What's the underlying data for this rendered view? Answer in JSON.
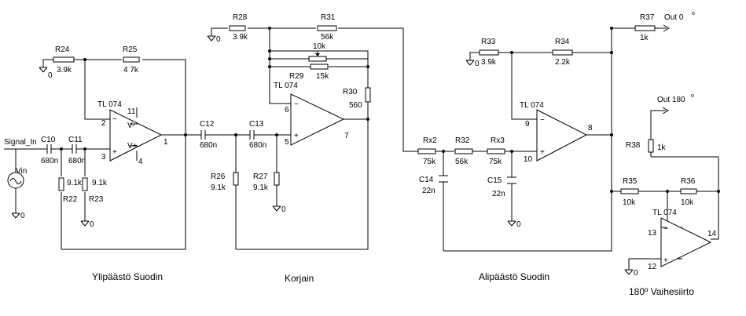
{
  "labels": {
    "signal_in": "Signal_In",
    "vin": "Vin",
    "ground": "0",
    "out0": "Out 0",
    "out180": "Out 180",
    "degree": "o",
    "opamp": "TL 074"
  },
  "sections": {
    "highpass": "Ylipäästö Suodin",
    "corrector": "Korjain",
    "lowpass": "Alipäästö Suodin",
    "phase": "180º  Vaihesiirto"
  },
  "components": {
    "R24": {
      "name": "R24",
      "value": "3.9k"
    },
    "R25": {
      "name": "R25",
      "value": "4 7k"
    },
    "C10": {
      "name": "C10",
      "value": "680n"
    },
    "C11": {
      "name": "C11",
      "value": "680n"
    },
    "R22": {
      "name": "R22",
      "value": "9.1k"
    },
    "R23": {
      "name": "R23",
      "value": "9.1k"
    },
    "C12": {
      "name": "C12",
      "value": "680n"
    },
    "C13": {
      "name": "C13",
      "value": "680n"
    },
    "R26": {
      "name": "R26",
      "value": "9.1k"
    },
    "R27": {
      "name": "R27",
      "value": "9.1k"
    },
    "R28": {
      "name": "R28",
      "value": "3.9k"
    },
    "R31": {
      "name": "R31",
      "value": "56k"
    },
    "R29": {
      "name": "R29",
      "value": "15k"
    },
    "POT": {
      "name": "",
      "value": "10k"
    },
    "R30": {
      "name": "R30",
      "value": "560"
    },
    "Rx2": {
      "name": "Rx2",
      "value": "75k"
    },
    "R32": {
      "name": "R32",
      "value": "56k"
    },
    "Rx3": {
      "name": "Rx3",
      "value": "75k"
    },
    "C14": {
      "name": "C14",
      "value": "22n"
    },
    "C15": {
      "name": "C15",
      "value": "22n"
    },
    "R33": {
      "name": "R33",
      "value": "3.9k"
    },
    "R34": {
      "name": "R34",
      "value": "2.2k"
    },
    "R37": {
      "name": "R37",
      "value": "1k"
    },
    "R38": {
      "name": "R38",
      "value": "1k"
    },
    "R35": {
      "name": "R35",
      "value": "10k"
    },
    "R36": {
      "name": "R36",
      "value": "10k"
    }
  },
  "pins": {
    "u1": {
      "inv": "2",
      "noninv": "3",
      "out": "1",
      "vp": "11",
      "vn": "4",
      "vminus": "V-",
      "vplus": "V+"
    },
    "u2": {
      "inv": "6",
      "noninv": "5",
      "out": "7"
    },
    "u3": {
      "inv": "9",
      "noninv": "10",
      "out": "8"
    },
    "u4": {
      "inv": "13",
      "noninv": "12",
      "out": "14"
    }
  }
}
